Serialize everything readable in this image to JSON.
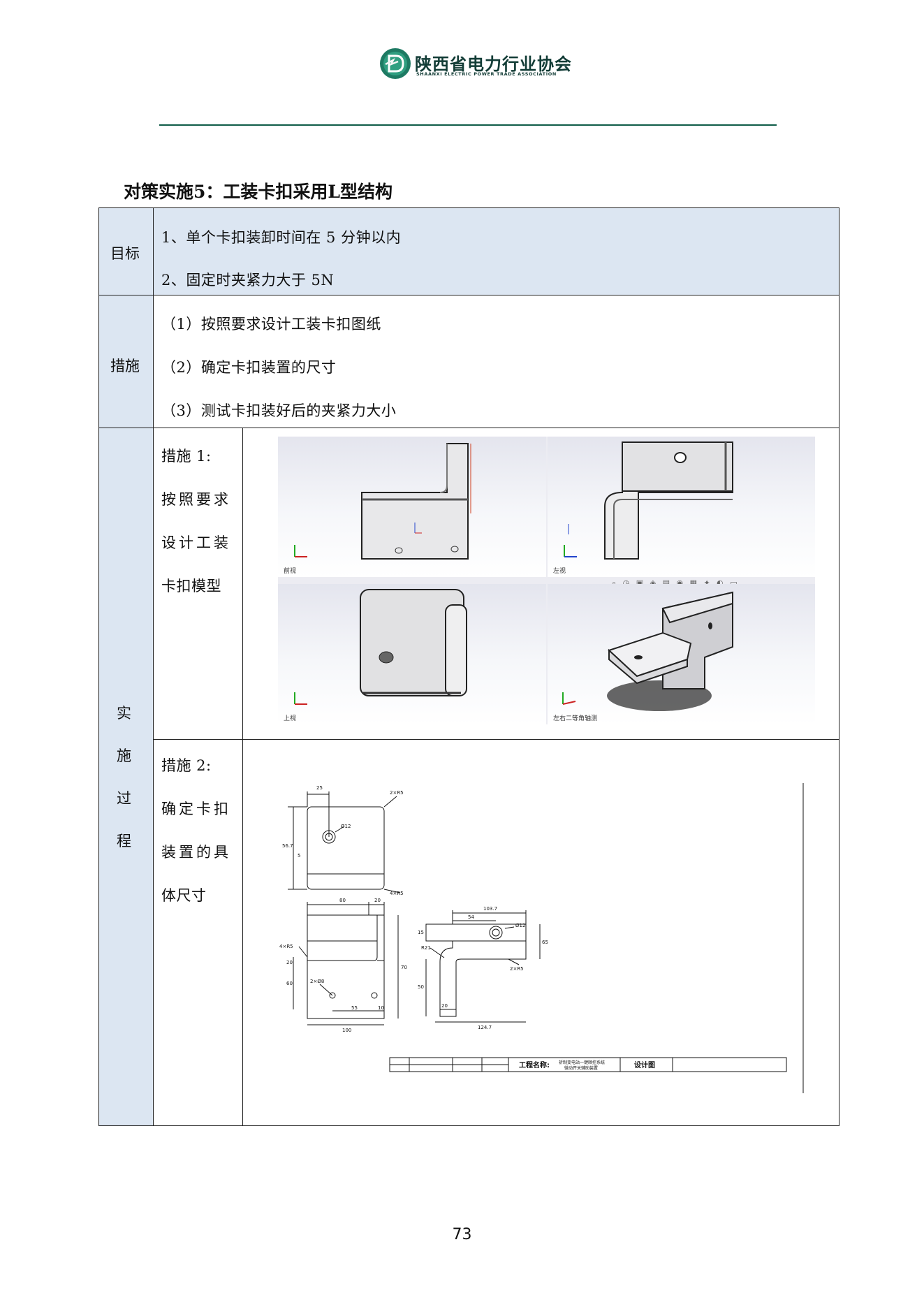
{
  "header": {
    "org_name_cn": "陕西省电力行业协会",
    "org_name_en": "SHAANXI ELECTRIC POWER TRADE ASSOCIATION"
  },
  "section_title": "对策实施5：工装卡扣采用L型结构",
  "table": {
    "goal": {
      "label": "目标",
      "items": [
        "1、单个卡扣装卸时间在 5 分钟以内",
        "2、固定时夹紧力大于 5N"
      ]
    },
    "measures": {
      "label": "措施",
      "items": [
        "（1）按照要求设计工装卡扣图纸",
        "（2）确定卡扣装置的尺寸",
        "（3）测试卡扣装好后的夹紧力大小"
      ]
    },
    "process": {
      "label_chars": [
        "实",
        "施",
        "过",
        "程"
      ],
      "step1": {
        "title": "措施 1:",
        "lines": [
          "按照要求",
          "设计工装",
          "卡扣模型"
        ]
      },
      "step2": {
        "title": "措施 2:",
        "lines": [
          "确定卡扣",
          "装置的具",
          "体尺寸"
        ]
      }
    }
  },
  "cad_views": {
    "front": "前视",
    "left": "左视",
    "top": "上视",
    "iso": "左右二等角轴测"
  },
  "drawing": {
    "dims_top": [
      "25",
      "2×R5",
      "Ø12",
      "56.7",
      "5",
      "4×R5"
    ],
    "dims_left": [
      "80",
      "20",
      "4×R5",
      "20",
      "60",
      "70",
      "2×Ø8",
      "55",
      "10",
      "100"
    ],
    "dims_right": [
      "103.7",
      "54",
      "Ø12",
      "15",
      "R21",
      "65",
      "2×R5",
      "50",
      "20",
      "124.7"
    ],
    "title_block": {
      "project_label": "工程名称:",
      "project_line1": "祈制变电站一键顺控系统",
      "project_line2": "微动开关辅助装置",
      "doc_type": "设计图"
    }
  },
  "page_number": "73"
}
